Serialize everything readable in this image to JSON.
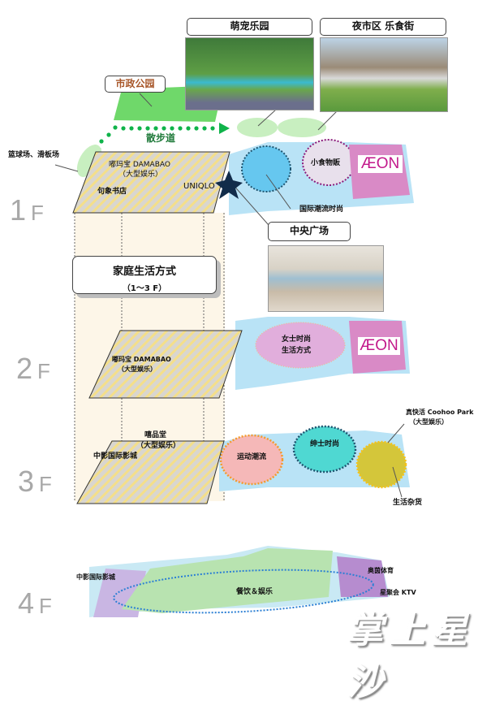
{
  "top_callouts": {
    "pet_park": "萌宠乐园",
    "night_market": "夜市区 乐食街",
    "municipal_park": "市政公园",
    "walkway": "散步道",
    "courts": "篮球场、滑板场",
    "central_plaza": "中央广场"
  },
  "family_lifestyle": {
    "title": "家庭生活方式",
    "range": "（1～3 F）"
  },
  "floors": [
    {
      "label_num": "1",
      "label_f": "F",
      "zones": {
        "damabao": "嘟玛宝 DAMABAO",
        "damabao_sub": "（大型娱乐）",
        "bookstore": "句象书店",
        "uniqlo": "UNIQLO",
        "snacks": "小食物販",
        "intl_fashion": "国际潮流时尚",
        "anchor": "ÆON"
      }
    },
    {
      "label_num": "2",
      "label_f": "F",
      "zones": {
        "damabao": "嘟玛宝 DAMABAO",
        "damabao_sub": "（大型娱乐）",
        "ladies_1": "女士时尚",
        "ladies_2": "生活方式",
        "anchor": "ÆON"
      }
    },
    {
      "label_num": "3",
      "label_f": "F",
      "zones": {
        "xipintang": "嘻品堂",
        "xipintang_sub": "（大型娱乐）",
        "cinema": "中影国际影城",
        "sports": "运动潮流",
        "gents": "绅士时尚",
        "coohoo": "真快活 Coohoo Park",
        "coohoo_sub": "（大型娱乐）",
        "groceries": "生活杂货"
      }
    },
    {
      "label_num": "4",
      "label_f": "F",
      "zones": {
        "cinema": "中影国际影城",
        "dining": "餐饮＆娱乐",
        "sports_brand": "奥茵体育",
        "ktv": "星聚会 KTV"
      }
    }
  ],
  "watermark": "掌上星沙",
  "colors": {
    "park_green": "#6fd86a",
    "light_green": "#c8efc0",
    "walk_dots": "#0fb34a",
    "blue_floor": "#b9e3f6",
    "aeon_pink": "#d98ac6",
    "aeon_text": "#c2188b",
    "hatch_yellow": "#f7e27a",
    "family_bg": "#fdf6e8"
  }
}
